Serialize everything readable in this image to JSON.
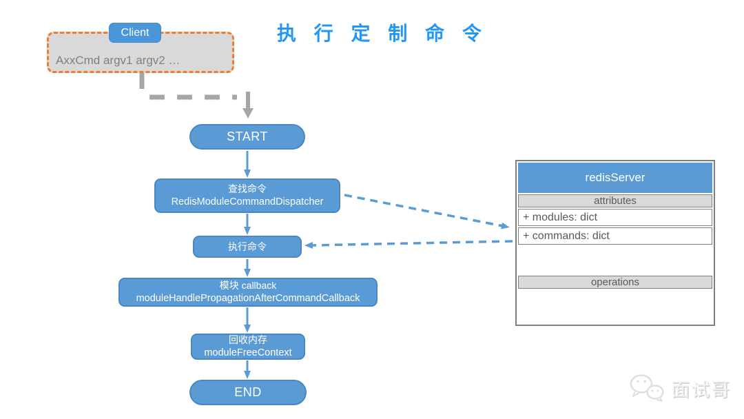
{
  "title": "执 行 定 制 命 令",
  "client": {
    "label": "Client",
    "command": "AxxCmd argv1 argv2 …"
  },
  "flow": {
    "start": "START",
    "end": "END",
    "steps": [
      {
        "zh": "查找命令",
        "en": "RedisModuleCommandDispatcher"
      },
      {
        "zh": "执行命令"
      },
      {
        "zh": "模块 callback",
        "en": "moduleHandlePropagationAfterCommandCallback"
      },
      {
        "zh": "回收内存",
        "en": "moduleFreeContext"
      }
    ]
  },
  "class_box": {
    "title": "redisServer",
    "sections": [
      {
        "label": "attributes",
        "rows": [
          "+ modules: dict",
          "+ commands: dict"
        ]
      },
      {
        "label": "operations",
        "rows": []
      }
    ]
  },
  "watermark": {
    "icon": "wechat-icon",
    "text": "面试哥"
  },
  "colors": {
    "node_fill": "#5B9BD5",
    "node_border": "#4A86C6",
    "title_blue": "#2397F3",
    "client_tab_blue": "#4B96D9",
    "orange_dashed_border": "#ED7D31",
    "gray_fill": "#D9D9D9",
    "connector_gray": "#A6A6A6",
    "class_border_gray": "#7F7F7F",
    "class_text_gray": "#595959",
    "arrow_blue": "#5B9BD5"
  }
}
